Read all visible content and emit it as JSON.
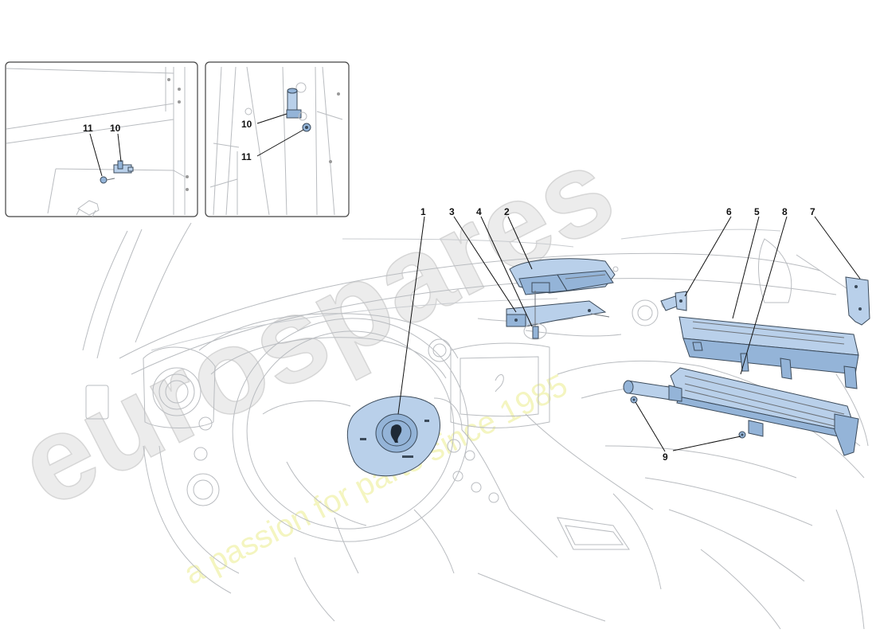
{
  "callouts": {
    "c1": "1",
    "c2": "2",
    "c3": "3",
    "c4": "4",
    "c5": "5",
    "c6": "6",
    "c7": "7",
    "c8": "8",
    "c9": "9",
    "inset_left_10": "10",
    "inset_left_11": "11",
    "inset_right_10": "10",
    "inset_right_11": "11"
  },
  "watermark": {
    "brand": "eurospares",
    "tagline": "a passion for parts since 1985"
  },
  "colors": {
    "part_fill": "#b9d0ea",
    "part_stroke": "#3b4a5a",
    "line_art": "#b9bcc0",
    "watermark_text": "#ececec",
    "watermark_tagline": "#f4f5c0"
  }
}
